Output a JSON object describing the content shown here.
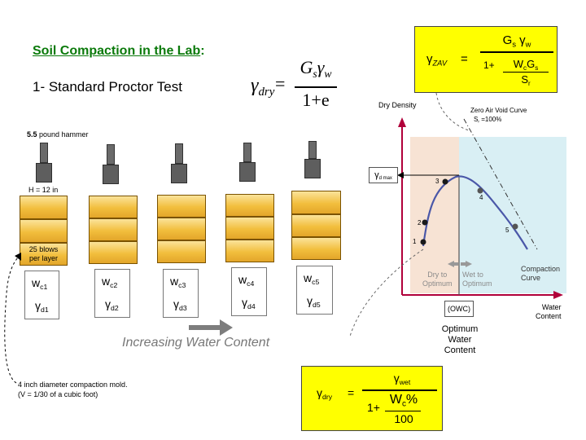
{
  "title": {
    "text": "Soil Compaction in the Lab",
    "suffix": ":"
  },
  "subtitle": "1- Standard Proctor Test",
  "main_formula": {
    "gamma": "γ",
    "gamma_sub": "dry",
    "equals": "=",
    "numerator": {
      "G": "G",
      "G_sub": "s",
      "gamma": "γ",
      "gamma_sub": "w"
    },
    "denominator": "1+e"
  },
  "zav_formula": {
    "lhs_gamma": "γ",
    "lhs_sub": "ZAV",
    "equals": "=",
    "numerator": {
      "G": "G",
      "G_sub": "s",
      "gamma": "γ",
      "gamma_sub": "w"
    },
    "den_prefix": "1+",
    "den_top": {
      "W": "W",
      "W_sub": "c",
      "G": "G",
      "G_sub": "s"
    },
    "den_bottom": {
      "S": "S",
      "S_sub": "r"
    }
  },
  "wet_formula": {
    "lhs_gamma": "γ",
    "lhs_sub": "dry",
    "equals": "=",
    "numerator": {
      "gamma": "γ",
      "gamma_sub": "wet"
    },
    "den_prefix": "1+",
    "den_top": {
      "W": "W",
      "W_sub": "c",
      "pct": "%"
    },
    "den_bottom": "100"
  },
  "hammer_label": {
    "bold": "5.5",
    "rest": " pound hammer"
  },
  "height_label": "H = 12 in",
  "blows_label": {
    "line1": "25 blows",
    "line2": "per layer"
  },
  "molds": [
    {
      "w": "w",
      "w_sub": "c1",
      "g": "γ",
      "g_sub": "d1"
    },
    {
      "w": "w",
      "w_sub": "c2",
      "g": "γ",
      "g_sub": "d2"
    },
    {
      "w": "w",
      "w_sub": "c3",
      "g": "γ",
      "g_sub": "d3"
    },
    {
      "w": "w",
      "w_sub": "c4",
      "g": "γ",
      "g_sub": "d4"
    },
    {
      "w": "w",
      "w_sub": "c5",
      "g": "γ",
      "g_sub": "d5"
    }
  ],
  "increasing_label": "Increasing Water Content",
  "mold_note": {
    "line1": "4 inch diameter compaction mold.",
    "line2": "(V = 1/30 of a cubic foot)"
  },
  "graph": {
    "y_axis_label": "Dry Density",
    "x_axis_label": {
      "line1": "Water",
      "line2": "Content"
    },
    "ymax_label": {
      "gamma": "γ",
      "sub": "d max"
    },
    "zav_label": {
      "line1": "Zero Air Void Curve",
      "S": "S",
      "S_sub": "r",
      "rest": " =100%"
    },
    "points": [
      "1",
      "2",
      "3",
      "4",
      "5"
    ],
    "dry_label": {
      "line1": "Dry to",
      "line2": "Optimum"
    },
    "wet_label": {
      "line1": "Wet to",
      "line2": "Optimum"
    },
    "curve_label": {
      "line1": "Compaction",
      "line2": "Curve"
    },
    "owc_label": "(OWC)",
    "optimum_label": {
      "line1": "Optimum",
      "line2": "Water",
      "line3": "Content"
    },
    "colors": {
      "dry_zone": "#f7e3d4",
      "wet_zone": "#d9eff4",
      "curve": "#4a57a8",
      "axis": "#b0003a"
    }
  }
}
